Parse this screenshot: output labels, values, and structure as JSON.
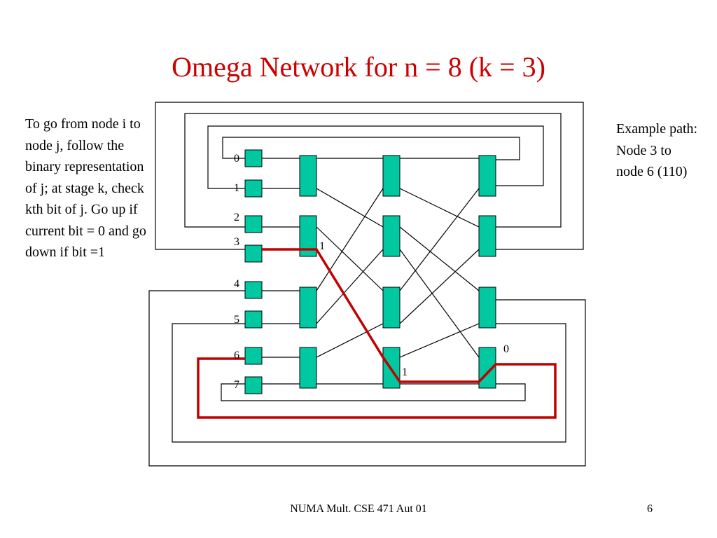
{
  "title": "Omega Network for n = 8 (k = 3)",
  "left_text": "To go from node i  to node j, follow the binary representation of j; at stage k, check kth bit of j. Go up if current bit = 0 and go down if bit =1",
  "right_text": "Example path: Node 3 to node 6 (110)",
  "footer": "NUMA Mult. CSE 471 Aut 01",
  "page_number": "6",
  "node_labels": [
    "0",
    "1",
    "2",
    "3",
    "4",
    "5",
    "6",
    "7"
  ],
  "path_bit_labels": [
    "1",
    "1",
    "0"
  ],
  "colors": {
    "title": "#cc0000",
    "node_fill": "#00c8a0",
    "path": "#c00000"
  }
}
